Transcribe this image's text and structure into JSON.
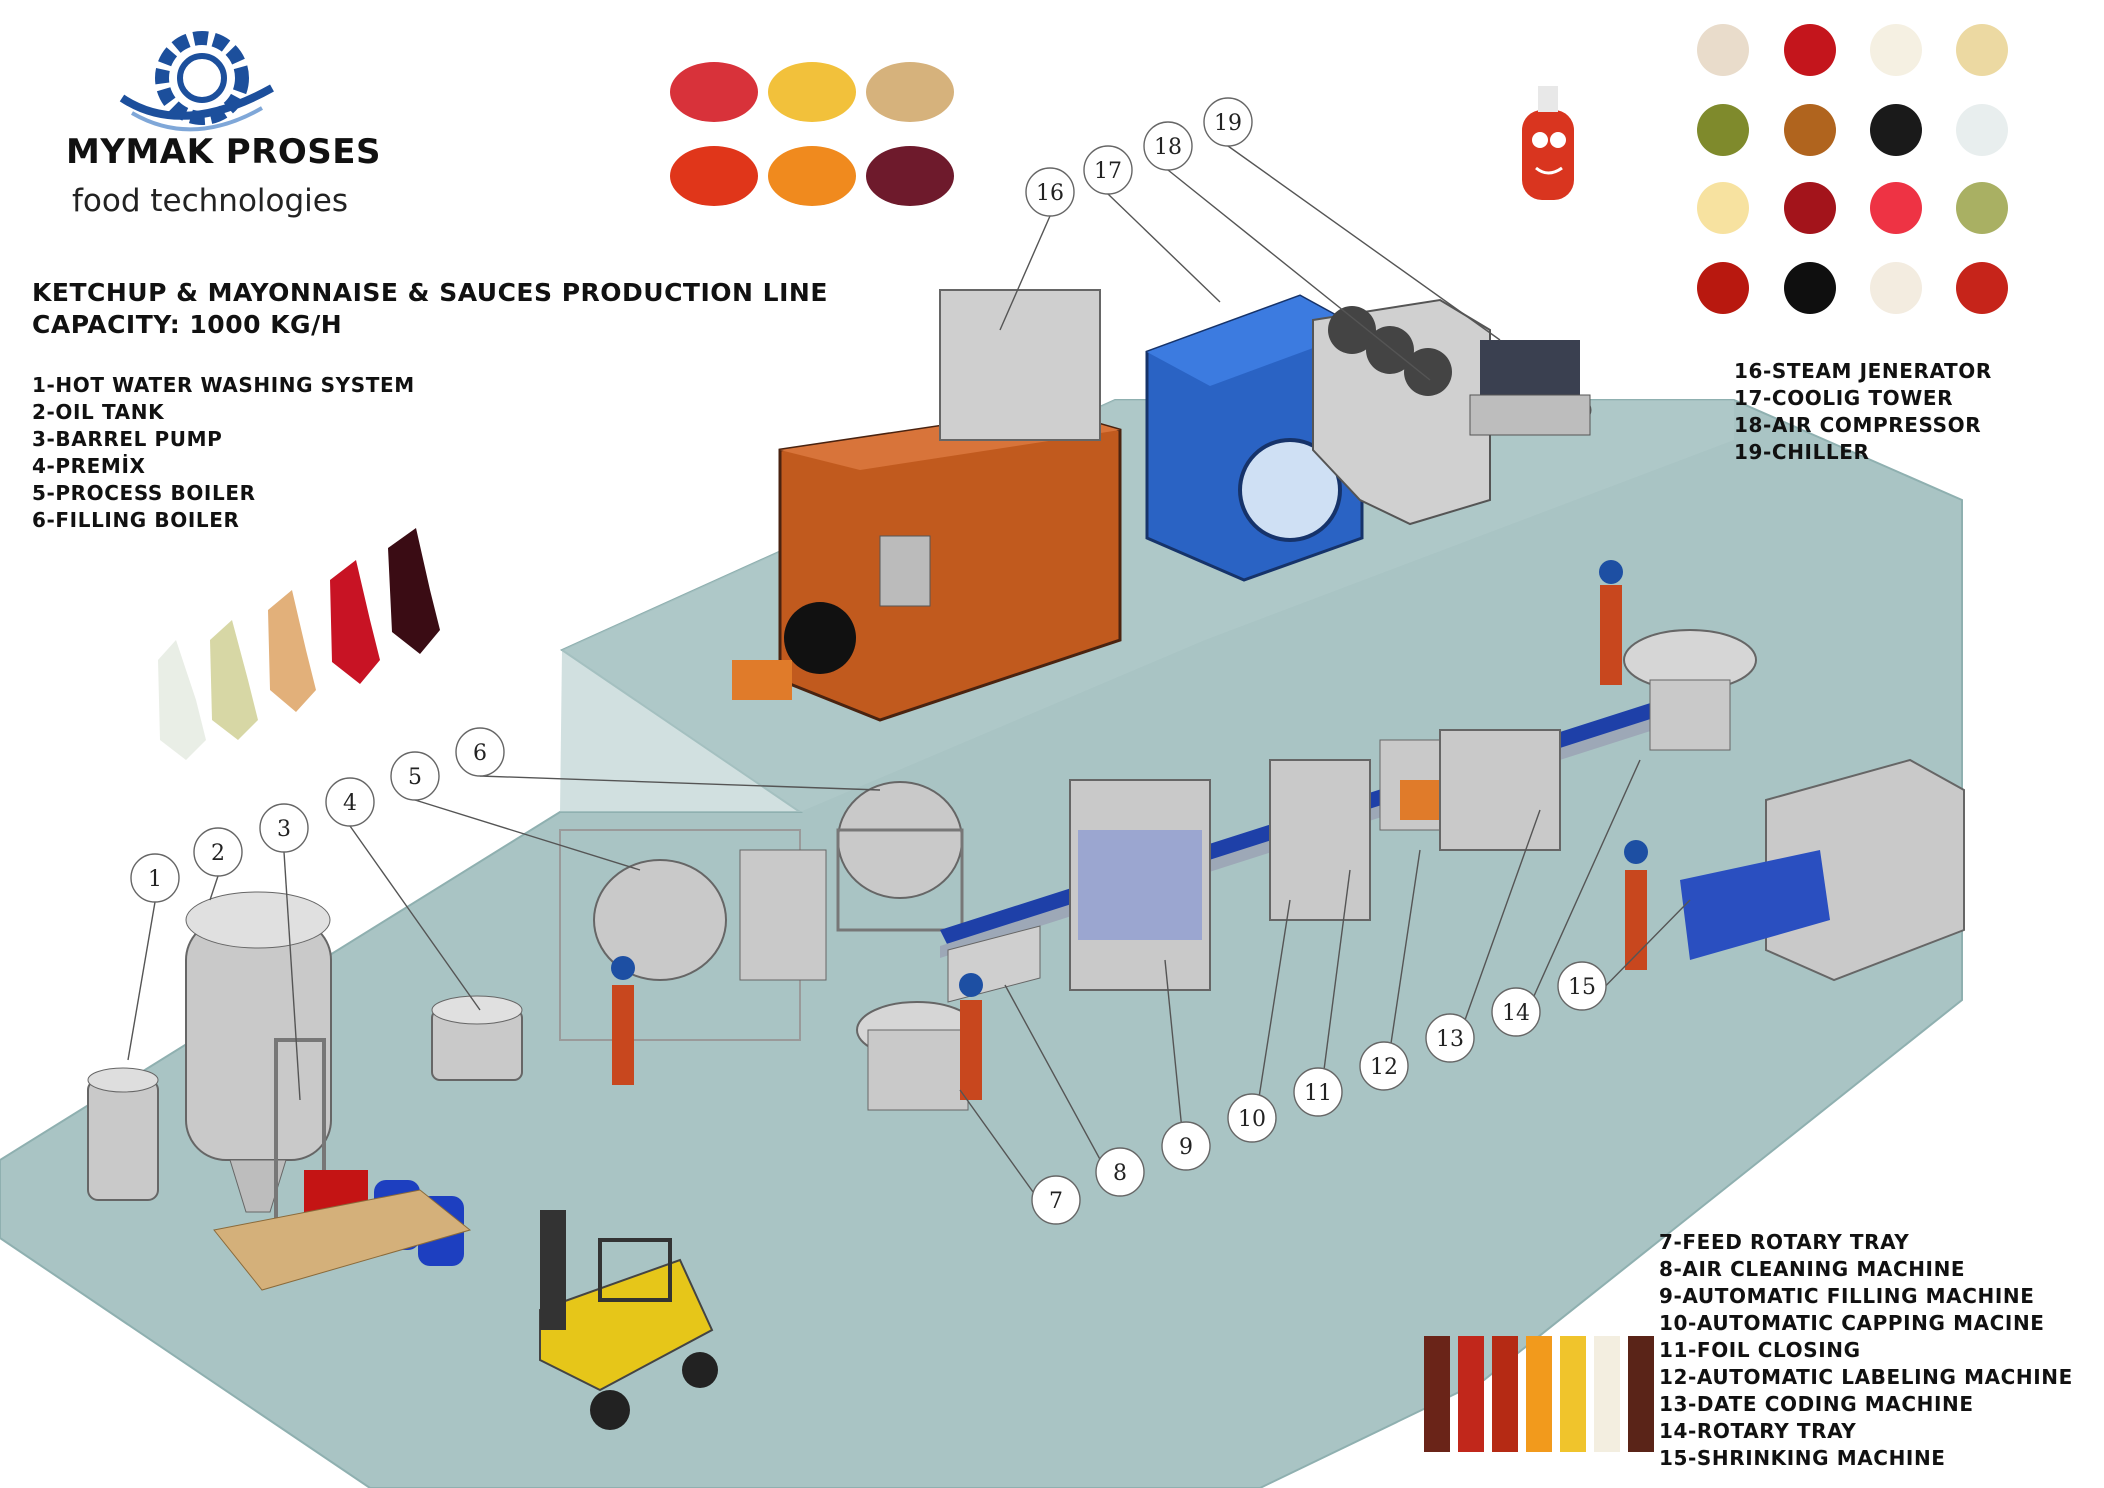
{
  "brand": {
    "name": "MYMAK PROSES",
    "tagline": "food technologies"
  },
  "title": {
    "line1": "KETCHUP & MAYONNAISE & SAUCES PRODUCTION LINE",
    "line2": "CAPACITY: 1000 KG/H"
  },
  "legend_left": [
    "1-HOT WATER WASHING SYSTEM",
    "2-OIL TANK",
    "3-BARREL PUMP",
    "4-PREMİX",
    "5-PROCESS BOILER",
    "6-FILLING BOILER"
  ],
  "legend_right_top": [
    "16-STEAM JENERATOR",
    "17-COOLIG TOWER",
    "18-AIR COMPRESSOR",
    "19-CHILLER"
  ],
  "legend_right_bottom": [
    "7-FEED ROTARY TRAY",
    "8-AIR CLEANING MACHINE",
    "9-AUTOMATIC FILLING MACHINE",
    "10-AUTOMATIC CAPPING MACINE",
    "11-FOIL CLOSING",
    "12-AUTOMATIC LABELING MACHINE",
    "13-DATE CODING MACHINE",
    "14-ROTARY TRAY",
    "15-SHRINKING MACHINE"
  ],
  "callouts": [
    "1",
    "2",
    "3",
    "4",
    "5",
    "6",
    "7",
    "8",
    "9",
    "10",
    "11",
    "12",
    "13",
    "14",
    "15",
    "16",
    "17",
    "18",
    "19"
  ],
  "colors": {
    "floor": "#a9c4c4",
    "floor_edge": "#8fb0b0",
    "steel": "#c9c9c9",
    "steam_boiler": "#c15a1e",
    "cooling_tower": "#2a63c4",
    "forklift": "#e6c619",
    "brand_blue": "#1c4f9c"
  },
  "icons": {
    "logo": "gear-logo-icon",
    "sauce_bowls": "sauce-bowl-icon",
    "bottles": "sauce-bottle-icon",
    "mascot": "ketchup-mascot-icon"
  }
}
